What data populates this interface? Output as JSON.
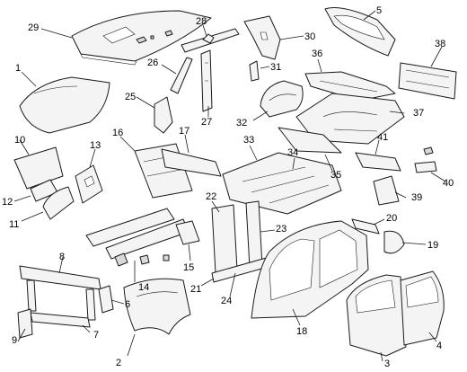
{
  "callouts": {
    "c1": "1",
    "c2": "2",
    "c3": "3",
    "c4": "4",
    "c5": "5",
    "c6": "6",
    "c7": "7",
    "c8": "8",
    "c9": "9",
    "c10": "10",
    "c11": "11",
    "c12": "12",
    "c13": "13",
    "c14": "14",
    "c15": "15",
    "c16": "16",
    "c17": "17",
    "c18": "18",
    "c19": "19",
    "c20": "20",
    "c21": "21",
    "c22": "22",
    "c23": "23",
    "c24": "24",
    "c25": "25",
    "c26": "26",
    "c27": "27",
    "c28": "28",
    "c29": "29",
    "c30": "30",
    "c31": "31",
    "c32": "32",
    "c33": "33",
    "c34": "34",
    "c35": "35",
    "c36": "36",
    "c37": "37",
    "c38": "38",
    "c39": "39",
    "c40": "40",
    "c41": "41"
  }
}
